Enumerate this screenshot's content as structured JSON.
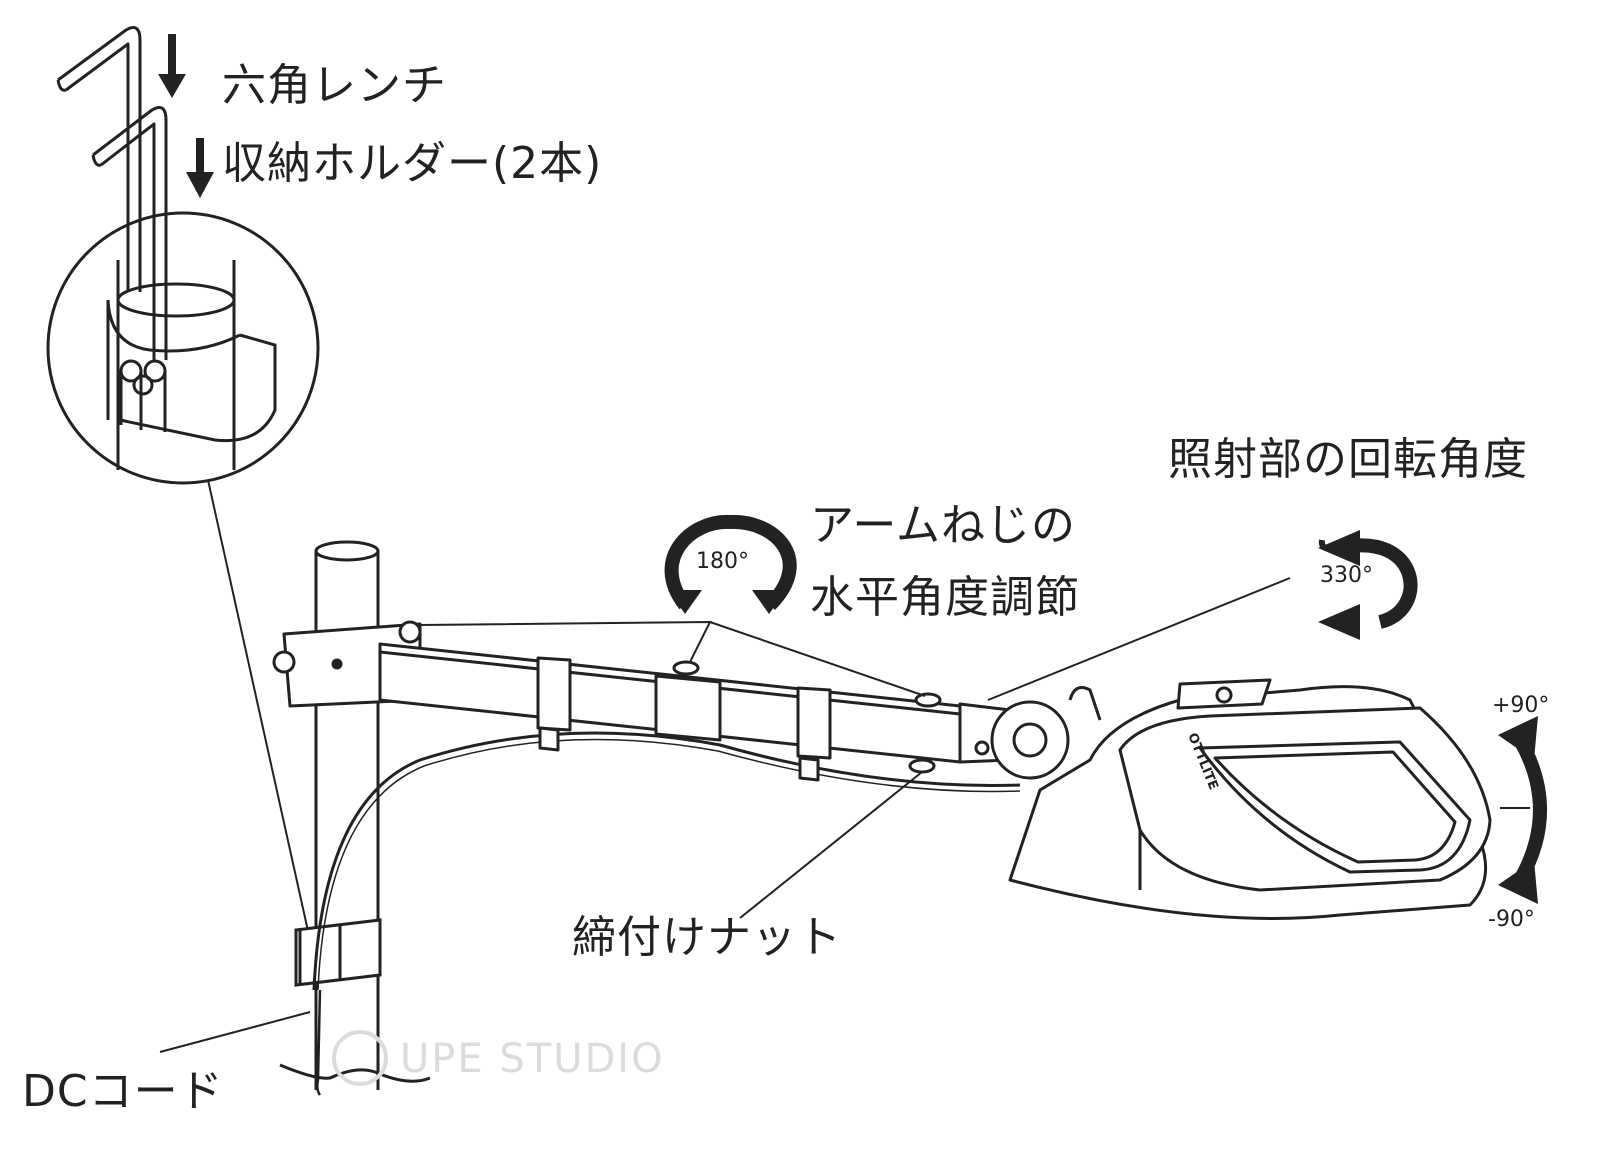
{
  "labels": {
    "hex_wrench_holder": [
      "六角レンチ",
      "収納ホルダー(2本)"
    ],
    "arm_screw_adjust": [
      "アームねじの",
      "水平角度調節"
    ],
    "head_rotation": "照射部の回転角度",
    "tighten_nut": "締付けナット",
    "dc_cord": "DCコード"
  },
  "angles": {
    "arm_horizontal": "180°",
    "head_rotation": "330°",
    "tilt_up": "+90°",
    "tilt_down": "-90°"
  },
  "product_brand": "OTTLITE",
  "watermark": "UPE STUDIO"
}
